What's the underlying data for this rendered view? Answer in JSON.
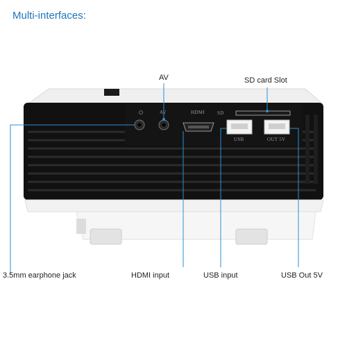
{
  "heading": "Multi-interfaces:",
  "callouts": {
    "av": "AV",
    "sd_card": "SD card Slot",
    "earphone": "3.5mm earphone jack",
    "hdmi": "HDMI input",
    "usb": "USB input",
    "usb_out": "USB Out 5V"
  },
  "port_labels": {
    "av": "AV",
    "hdmi": "HDMI",
    "sd": "SD",
    "usb": "USB",
    "out": "OUT 5V"
  },
  "colors": {
    "heading": "#1f74b8",
    "leader_line": "#2a8fd6",
    "body_black": "#111111",
    "body_white": "#f4f4f4"
  }
}
